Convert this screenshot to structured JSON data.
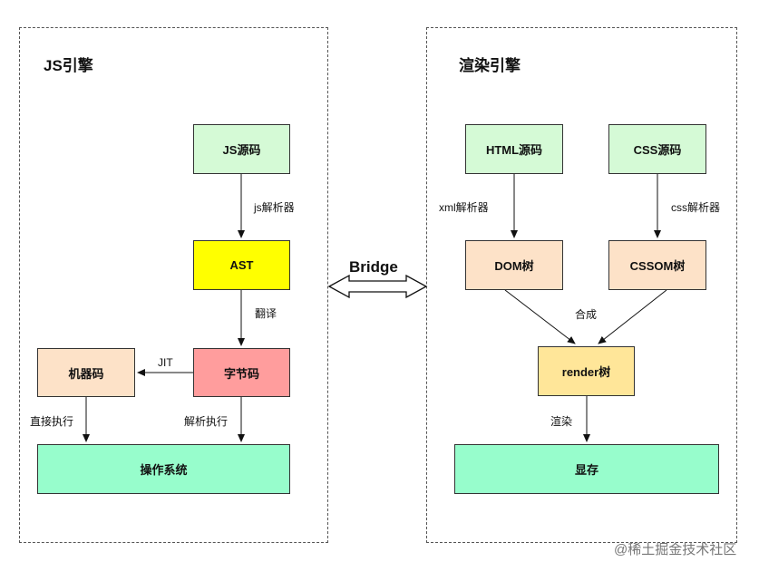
{
  "js_engine": {
    "title": "JS引擎",
    "nodes": {
      "js_source": "JS源码",
      "ast": "AST",
      "bytecode": "字节码",
      "machine_code": "机器码",
      "os": "操作系统"
    },
    "edges": {
      "js_parser": "js解析器",
      "compile": "翻译",
      "jit": "JIT",
      "direct_exec": "直接执行",
      "interpret_exec": "解析执行"
    }
  },
  "bridge": {
    "label": "Bridge"
  },
  "render_engine": {
    "title": "渲染引擎",
    "nodes": {
      "html_source": "HTML源码",
      "css_source": "CSS源码",
      "dom_tree": "DOM树",
      "cssom_tree": "CSSOM树",
      "render_tree": "render树",
      "video_memory": "显存"
    },
    "edges": {
      "xml_parser": "xml解析器",
      "css_parser": "css解析器",
      "combine": "合成",
      "render": "渲染"
    }
  },
  "colors": {
    "green_light": "#d5fad6",
    "yellow": "#ffff00",
    "red_light": "#ff9d9d",
    "peach": "#fde2c8",
    "teal_green": "#97fdcc",
    "render_yellow": "#ffe699"
  },
  "footer": {
    "text": "@稀土掘金技术社区"
  }
}
